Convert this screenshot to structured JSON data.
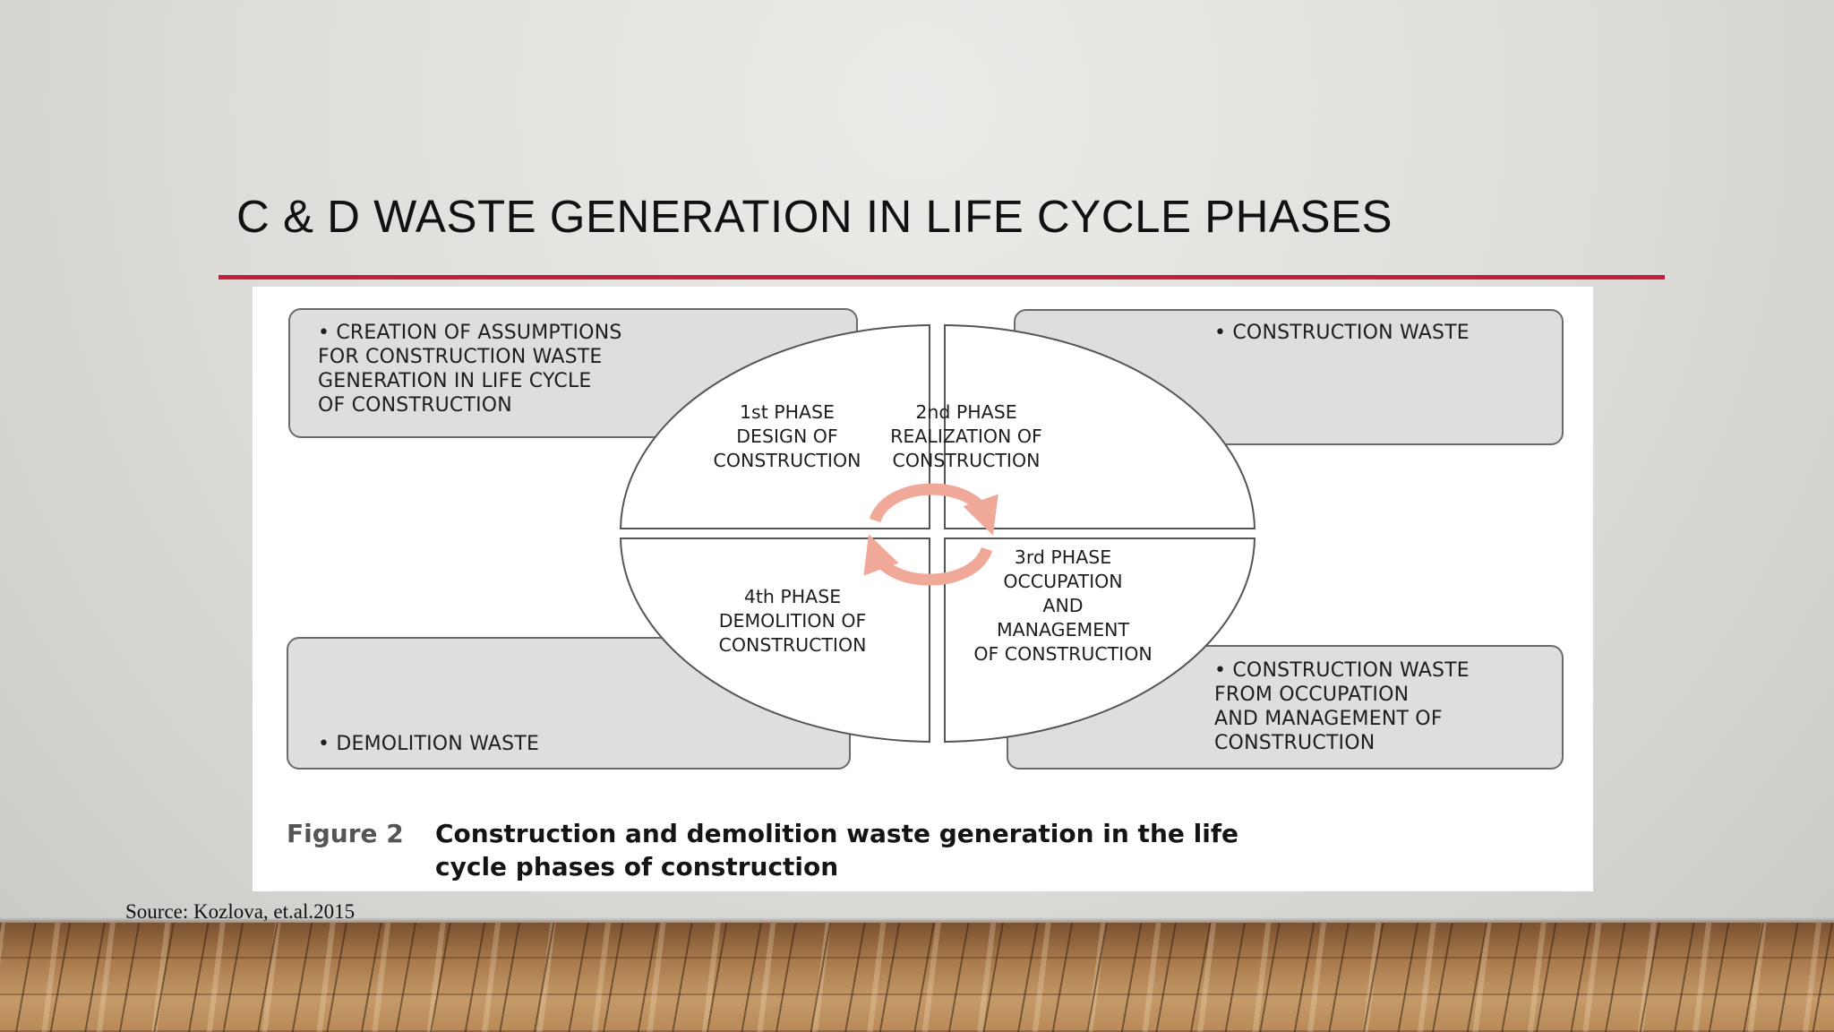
{
  "slide": {
    "title": "C & D WASTE GENERATION IN LIFE CYCLE PHASES",
    "accent_color": "#c41e3a",
    "source": "Source: Kozlova, et.al.2015"
  },
  "diagram": {
    "boxes": {
      "top_left": "• CREATION OF ASSUMPTIONS\nFOR CONSTRUCTION WASTE\nGENERATION IN LIFE CYCLE\nOF CONSTRUCTION",
      "top_right": "• CONSTRUCTION WASTE",
      "bottom_left": "• DEMOLITION WASTE",
      "bottom_right": "• CONSTRUCTION WASTE\nFROM OCCUPATION\nAND MANAGEMENT OF\nCONSTRUCTION"
    },
    "phases": {
      "p1": "1st PHASE\nDESIGN OF\nCONSTRUCTION",
      "p2": "2nd PHASE\nREALIZATION OF\nCONSTRUCTION",
      "p3": "3rd PHASE\nOCCUPATION\nAND\nMANAGEMENT\nOF CONSTRUCTION",
      "p4": "4th PHASE\nDEMOLITION OF\nCONSTRUCTION"
    },
    "cycle_arrow_color": "#f0a898",
    "box_fill_color": "#dedde0",
    "caption_label": "Figure 2",
    "caption_text": "Construction and demolition waste generation in the life\ncycle phases of construction"
  }
}
